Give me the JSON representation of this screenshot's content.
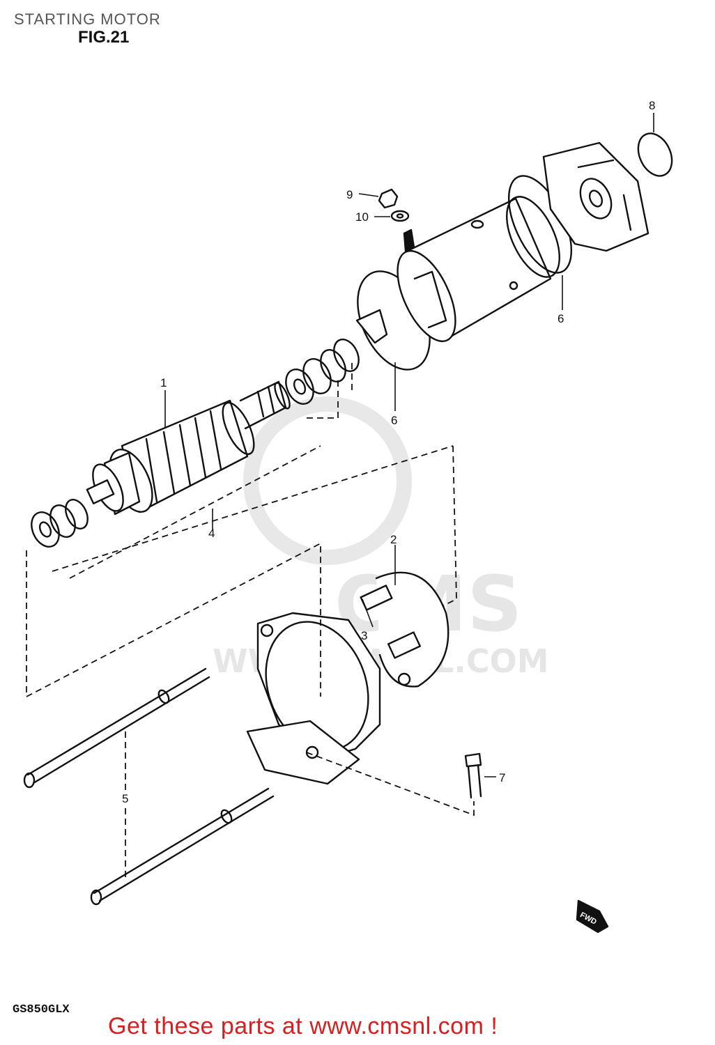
{
  "header": {
    "title": "STARTING MOTOR",
    "figure": "FIG.21"
  },
  "model": "GS850GLX",
  "watermark": {
    "logo_text": "CMS",
    "url_text": "WWW.CMSNL.COM"
  },
  "callouts": {
    "c1": "1",
    "c2": "2",
    "c3": "3",
    "c4": "4",
    "c5": "5",
    "c6a": "6",
    "c6b": "6",
    "c7": "7",
    "c8": "8",
    "c9": "9",
    "c10": "10"
  },
  "direction_badge": "FWD",
  "footer": {
    "text": "Get these parts at www.cmsnl.com !"
  },
  "colors": {
    "ink": "#111111",
    "footer": "#d81e1e",
    "watermark": "#e6e6e6"
  }
}
